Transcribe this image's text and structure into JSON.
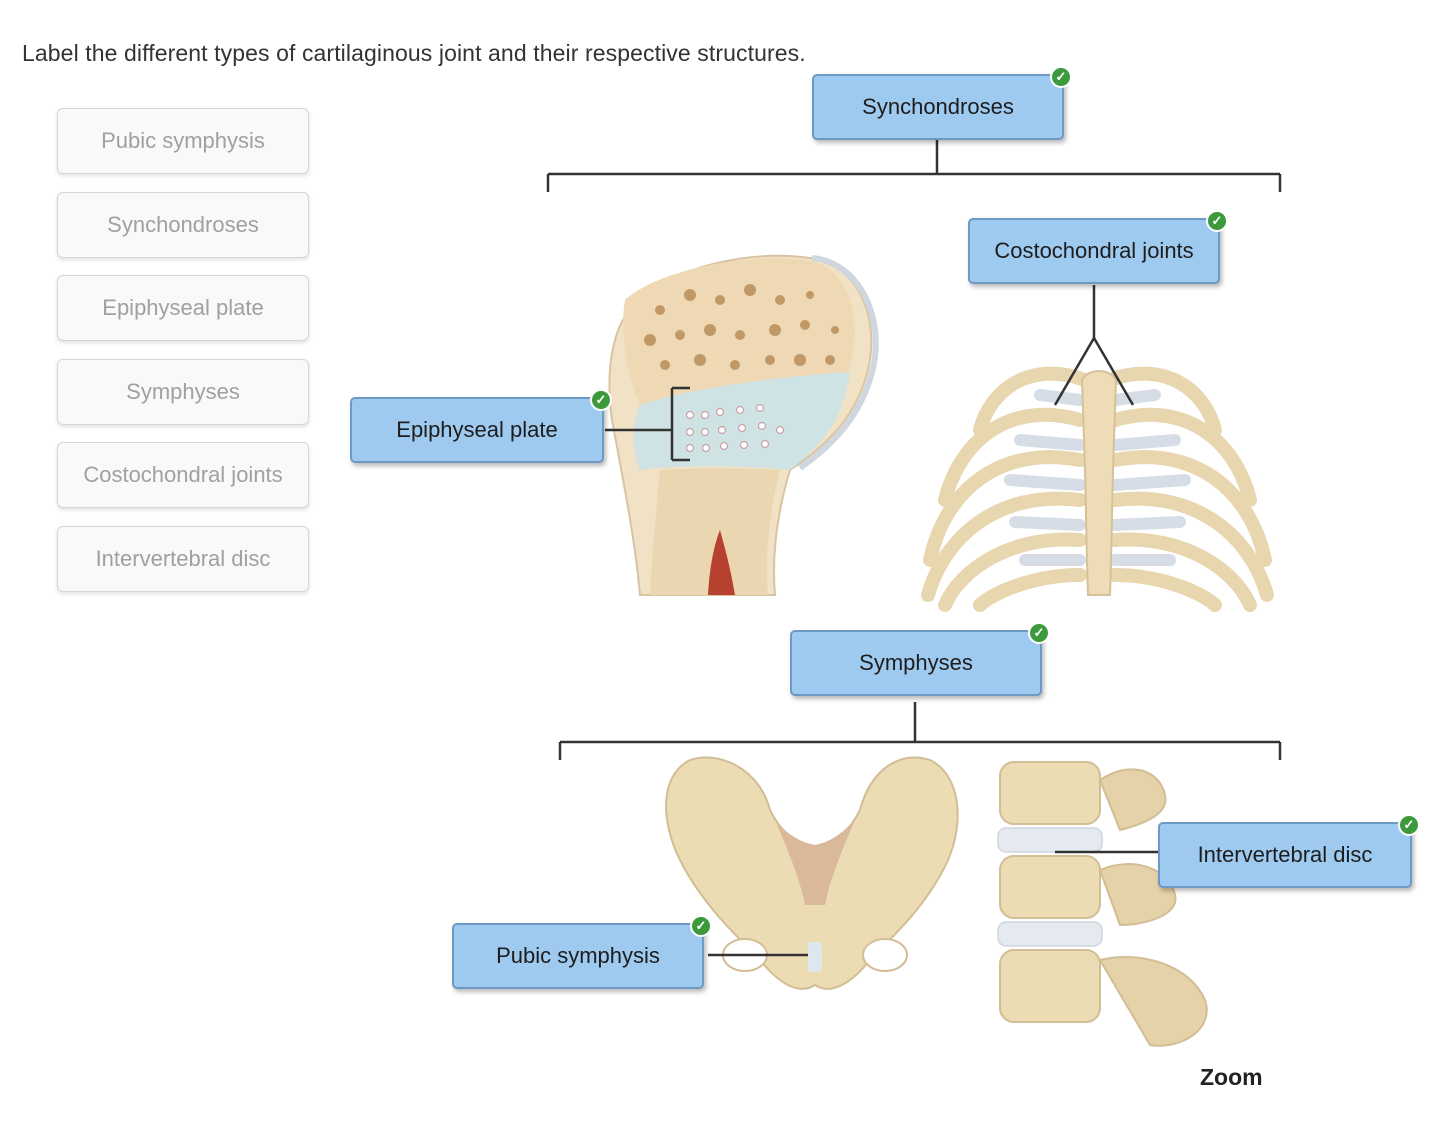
{
  "instructions": "Label the different types of cartilaginous joint and their respective structures.",
  "label_bank": [
    {
      "label": "Pubic symphysis"
    },
    {
      "label": "Synchondroses"
    },
    {
      "label": "Epiphyseal plate"
    },
    {
      "label": "Symphyses"
    },
    {
      "label": "Costochondral joints"
    },
    {
      "label": "Intervertebral disc"
    }
  ],
  "placed_labels": {
    "synchondroses": {
      "label": "Synchondroses",
      "correct": true
    },
    "costochondral": {
      "label": "Costochondral joints",
      "correct": true
    },
    "epiphyseal": {
      "label": "Epiphyseal plate",
      "correct": true
    },
    "symphyses": {
      "label": "Symphyses",
      "correct": true
    },
    "intervertebral": {
      "label": "Intervertebral disc",
      "correct": true
    },
    "pubic": {
      "label": "Pubic symphysis",
      "correct": true
    }
  },
  "check_icon_glyph": "✓",
  "zoom_label": "Zoom",
  "colors": {
    "tag_fill": "#9fcaf0",
    "tag_border": "#6d9ac4",
    "check_green": "#3c9a3c",
    "bone": "#ecdcb4",
    "cartilage": "#dfe7ee"
  }
}
